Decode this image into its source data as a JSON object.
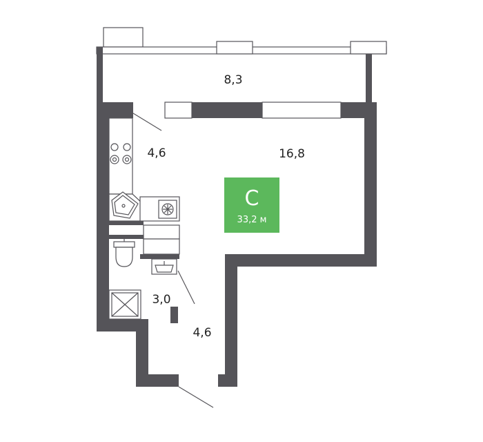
{
  "rooms": {
    "balcony_area": "8,3",
    "living_area": "16,8",
    "kitchen_area": "4,6",
    "bathroom_area": "3,0",
    "hallway_area": "4,6"
  },
  "badge": {
    "type": "С",
    "total_area": "33,2 м",
    "color": "#5cb85c"
  },
  "colors": {
    "wall": "#555459",
    "line": "#555459"
  },
  "icons": {
    "stove": "stove-icon",
    "sink": "sink-icon",
    "washer": "washing-machine-icon",
    "toilet": "toilet-icon",
    "basin": "washbasin-icon",
    "shower": "shower-tray-icon"
  }
}
